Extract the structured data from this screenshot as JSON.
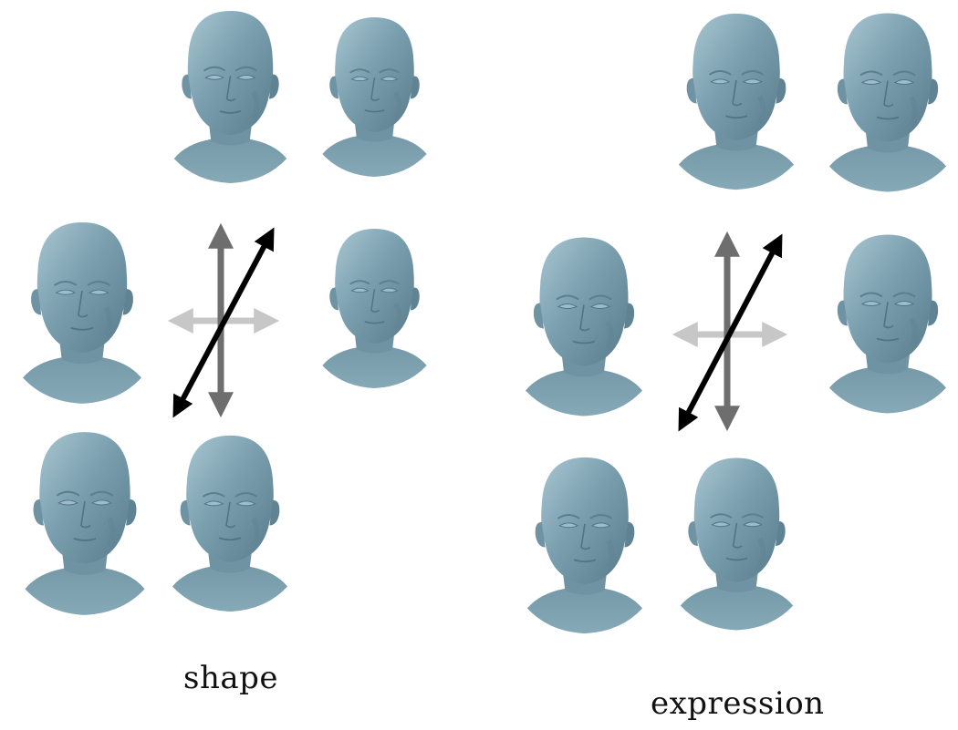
{
  "captions": {
    "shape": "shape",
    "expression": "expression"
  },
  "colors": {
    "face_fill": "#7a9fae",
    "face_shadow": "#5b7f8e",
    "face_highlight": "#a9c6d2",
    "arrow_black": "#000000",
    "arrow_dark_gray": "#6e6e6e",
    "arrow_light_gray": "#c7c7c7"
  },
  "groups": [
    {
      "name": "shape",
      "heads": [
        "top-left",
        "top-right",
        "middle-left",
        "middle-right",
        "bottom-left",
        "bottom-right"
      ]
    },
    {
      "name": "expression",
      "heads": [
        "top-left",
        "top-right",
        "middle-left",
        "middle-right",
        "bottom-left",
        "bottom-right"
      ]
    }
  ]
}
